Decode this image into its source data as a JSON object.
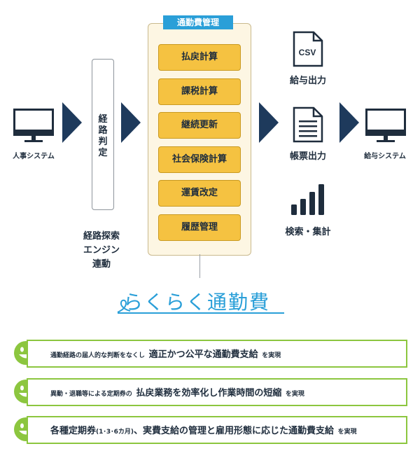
{
  "left_system": {
    "label": "人事システム"
  },
  "route": {
    "box_label": "経路判定",
    "engine_lines": [
      "経路探索",
      "エンジン",
      "連動"
    ]
  },
  "panel": {
    "title": "通勤費管理",
    "functions": [
      "払戻計算",
      "課税計算",
      "継続更新",
      "社会保険計算",
      "運賃改定",
      "履歴管理"
    ]
  },
  "outputs": {
    "csv_icon_text": "CSV",
    "salary_output": "給与出力",
    "form_output": "帳票出力",
    "search": "検索・集計"
  },
  "right_system": {
    "label": "給与システム"
  },
  "brand": {
    "name": "らくらく通勤費"
  },
  "benefits": [
    {
      "lead": "通勤経路の届人的な判断をなくし",
      "main": "適正かつ公平な通勤費支給",
      "tail": "を実現"
    },
    {
      "lead": "異動・退職等による定期券の",
      "main": "払戻業務を効率化し作業時間の短縮",
      "tail": "を実現"
    },
    {
      "lead_main": "各種定期券",
      "lead_small": "(1･3･6カ月)",
      "main": "、実費支給の管理と雇用形態に応じた通勤費支給",
      "tail": "を実現"
    }
  ],
  "colors": {
    "navy": "#1e3a5c",
    "blue": "#2a9fd8",
    "yellow": "#f5c241",
    "green": "#8cc63f"
  }
}
